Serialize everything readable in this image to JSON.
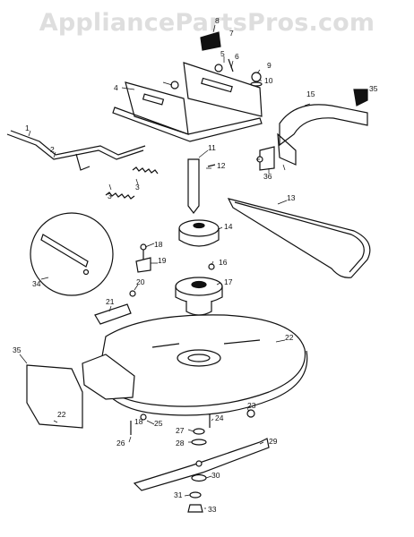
{
  "watermark": "AppliancePartsPros.com",
  "part_numbers": [
    "1",
    "2",
    "3",
    "3",
    "4",
    "5",
    "6",
    "7",
    "8",
    "9",
    "10",
    "11",
    "12",
    "13",
    "14",
    "15",
    "16",
    "17",
    "18",
    "18",
    "19",
    "20",
    "21",
    "22",
    "22",
    "23",
    "24",
    "25",
    "26",
    "27",
    "28",
    "29",
    "30",
    "31",
    "33",
    "34",
    "35",
    "35",
    "36"
  ]
}
